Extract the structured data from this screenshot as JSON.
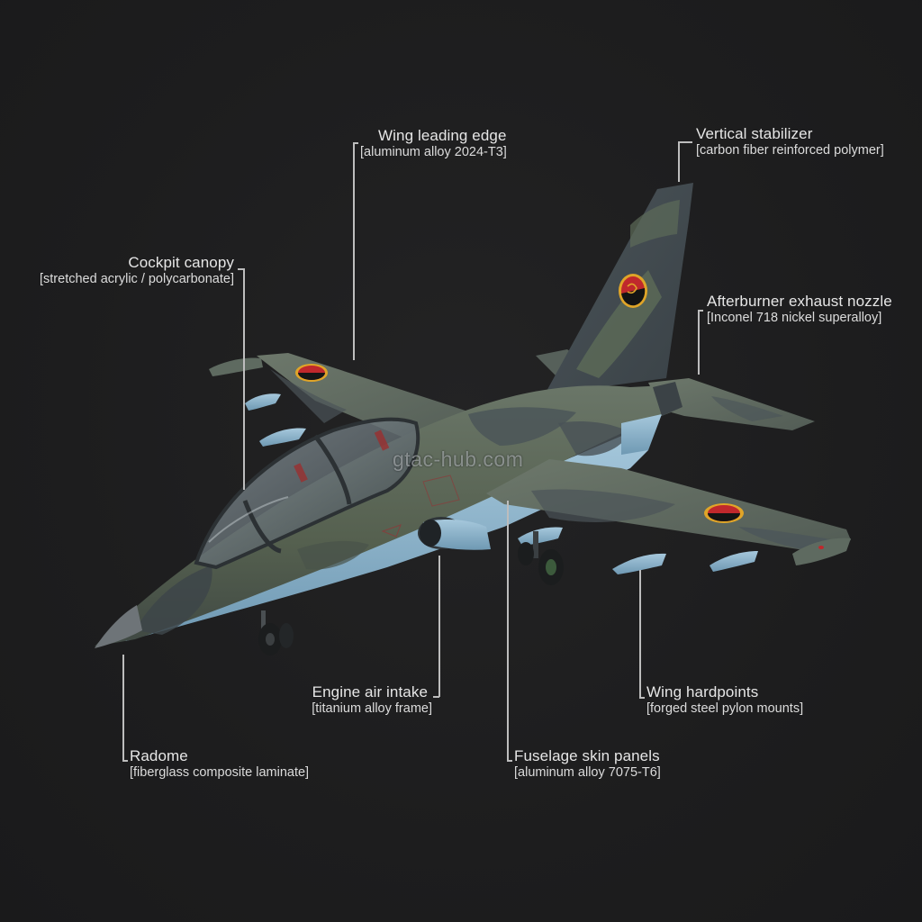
{
  "diagram": {
    "subject": "Jet trainer aircraft with material callouts",
    "watermark": "gtac-hub.com",
    "colors": {
      "background": "#1e1e1f",
      "camo_green": "#5d6b5a",
      "camo_grey": "#4a5257",
      "underside_blue": "#8fb8d0",
      "leader_line": "#bdbdbd",
      "label_text": "#e6e6e6",
      "roundel_red": "#c0282c",
      "roundel_gold": "#e0a528"
    },
    "callouts": [
      {
        "id": "wing-leading-edge",
        "title": "Wing leading edge",
        "material": "[aluminum alloy 2024-T3]"
      },
      {
        "id": "vertical-stabilizer",
        "title": "Vertical stabilizer",
        "material": "[carbon fiber reinforced polymer]"
      },
      {
        "id": "cockpit-canopy",
        "title": "Cockpit canopy",
        "material": "[stretched acrylic / polycarbonate]"
      },
      {
        "id": "afterburner-exhaust-nozzle",
        "title": "Afterburner exhaust nozzle",
        "material": "[Inconel 718 nickel superalloy]"
      },
      {
        "id": "engine-air-intake",
        "title": "Engine air intake",
        "material": "[titanium alloy frame]"
      },
      {
        "id": "wing-hardpoints",
        "title": "Wing hardpoints",
        "material": "[forged steel pylon mounts]"
      },
      {
        "id": "radome",
        "title": "Radome",
        "material": "[fiberglass composite laminate]"
      },
      {
        "id": "fuselage-skin-panels",
        "title": "Fuselage skin panels",
        "material": "[aluminum alloy 7075-T6]"
      }
    ]
  }
}
